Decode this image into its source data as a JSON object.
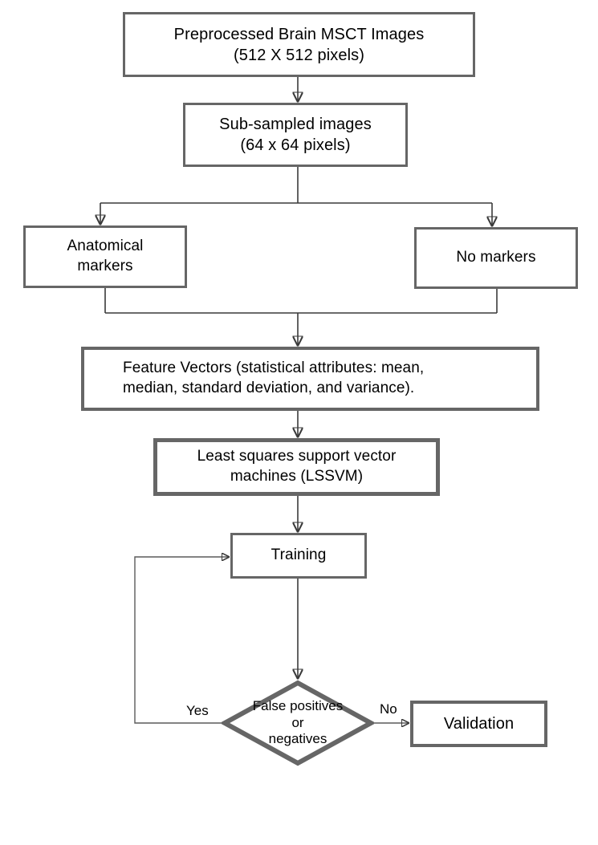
{
  "diagram": {
    "title": "Brain MSCT image classification pipeline flowchart",
    "type": "flowchart",
    "palette": {
      "box_border": "#666666",
      "box_fill": "#ffffff",
      "connector": "#3a3a3a",
      "text": "#000000",
      "background": "#ffffff"
    }
  },
  "nodes": {
    "preprocessed_images": {
      "label": "Preprocessed Brain MSCT Images\n(512 X 512 pixels)",
      "shape": "rectangle"
    },
    "subsampled_images": {
      "label": "Sub-sampled images\n(64 x 64 pixels)",
      "shape": "rectangle"
    },
    "anatomical_markers": {
      "label": "Anatomical\nmarkers",
      "shape": "rectangle"
    },
    "no_markers": {
      "label": "No markers",
      "shape": "rectangle"
    },
    "feature_vectors": {
      "label": "Feature Vectors (statistical attributes: mean,\nmedian, standard deviation, and variance).",
      "shape": "rectangle"
    },
    "lssvm": {
      "label": "Least squares  support vector\nmachines  (LSSVM)",
      "shape": "rectangle"
    },
    "training": {
      "label": "Training",
      "shape": "rectangle"
    },
    "decision": {
      "label": "False positives\nor\nnegatives",
      "shape": "diamond"
    },
    "validation": {
      "label": "Validation",
      "shape": "rectangle"
    }
  },
  "edges": {
    "yes_label": "Yes",
    "no_label": "No"
  }
}
